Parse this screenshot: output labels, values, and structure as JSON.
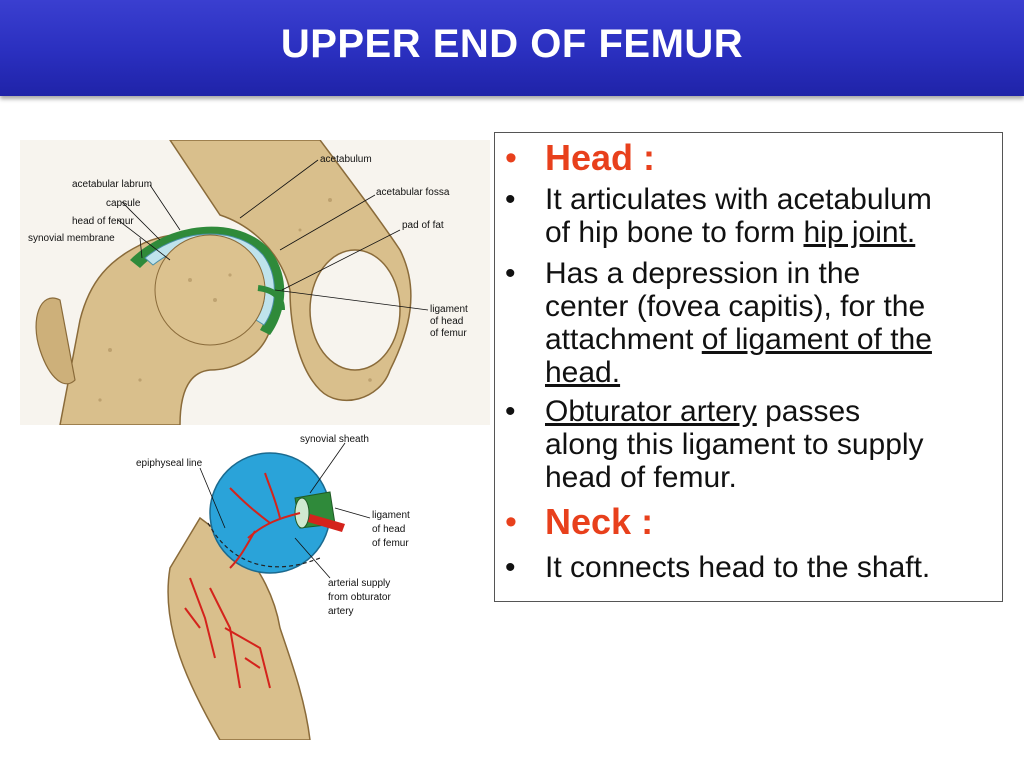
{
  "slide": {
    "title": "UPPER END OF FEMUR"
  },
  "figure_top": {
    "labels": {
      "acetabulum": "acetabulum",
      "acetabular_labrum": "acetabular labrum",
      "acetabular_fossa": "acetabular fossa",
      "capsule": "capsule",
      "head_of_femur": "head of femur",
      "pad_of_fat": "pad of fat",
      "synovial_membrane": "synovial membrane",
      "ligament_l1": "ligament",
      "ligament_l2": "of head",
      "ligament_l3": "of femur"
    }
  },
  "figure_bottom": {
    "labels": {
      "synovial_sheath": "synovial sheath",
      "epiphyseal_line": "epiphyseal line",
      "ligament_l1": "ligament",
      "ligament_l2": "of head",
      "ligament_l3": "of femur",
      "arterial_l1": "arterial supply",
      "arterial_l2": "from obturator",
      "arterial_l3": "artery"
    }
  },
  "text_box": {
    "bullets": [
      {
        "type": "heading",
        "text": "Head :"
      },
      {
        "lines": [
          "It articulates with acetabulum",
          "of hip bone to form "
        ],
        "underline_tail": "hip joint."
      },
      {
        "lines": [
          "Has a depression in the",
          "center (fovea capitis), for the",
          "attachment "
        ],
        "underline_mid": "of ligament of the",
        "underline_line": "head."
      },
      {
        "underline_head": "Obturator artery",
        "rest": " passes",
        "lines": [
          "along this ligament to supply",
          "head of femur."
        ]
      },
      {
        "type": "heading",
        "text": "Neck :"
      },
      {
        "lines": [
          "It connects head to the shaft."
        ]
      }
    ],
    "bullet_glyph": "•"
  },
  "colors": {
    "title_bar": "#2a2fbf",
    "heading_text": "#e8401c",
    "bone": "#d9bf8c",
    "cartilage": "#bfe3ec",
    "synovial": "#2f8a3a",
    "artery": "#d4231c",
    "femur_head_blue": "#2aa3d9"
  }
}
